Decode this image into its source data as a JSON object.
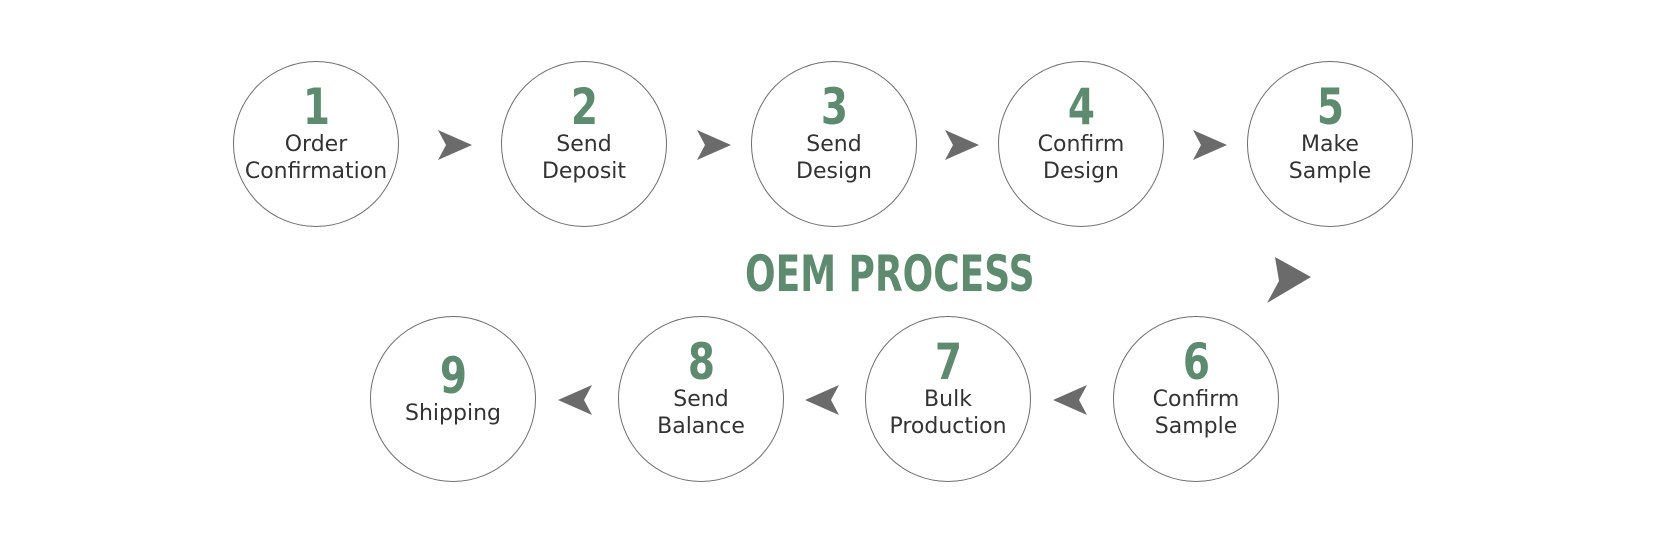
{
  "title": "OEM PROCESS",
  "steps": [
    {
      "number": "1",
      "lines": [
        "Order",
        "Confirmation"
      ]
    },
    {
      "number": "2",
      "lines": [
        "Send",
        "Deposit"
      ]
    },
    {
      "number": "3",
      "lines": [
        "Send",
        "Design"
      ]
    },
    {
      "number": "4",
      "lines": [
        "Confirm",
        "Design"
      ]
    },
    {
      "number": "5",
      "lines": [
        "Make",
        "Sample"
      ]
    },
    {
      "number": "6",
      "lines": [
        "Confirm",
        "Sample"
      ]
    },
    {
      "number": "7",
      "lines": [
        "Bulk",
        "Production"
      ]
    },
    {
      "number": "8",
      "lines": [
        "Send",
        "Balance"
      ]
    },
    {
      "number": "9",
      "lines": [
        "Shipping"
      ]
    }
  ],
  "colors": {
    "accent": "#5e8a6f",
    "circle_border": "#6e6e6e",
    "arrow": "#6b6b6b",
    "text": "#333333"
  },
  "icons": {
    "arrow": "arrowhead-icon"
  }
}
